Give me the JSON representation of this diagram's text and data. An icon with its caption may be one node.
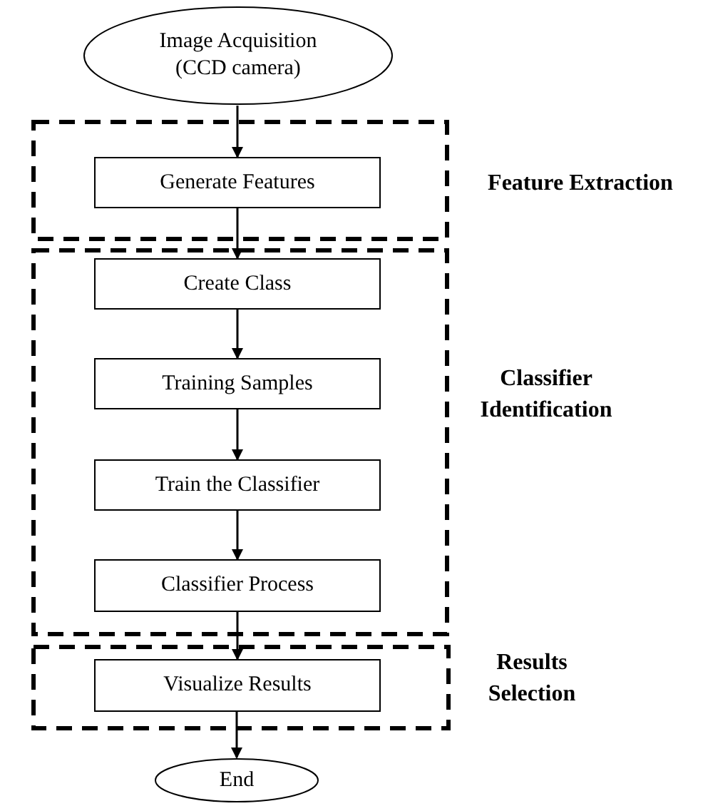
{
  "diagram": {
    "nodes": [
      {
        "text": [
          "Image Acquisition (CCD camera)"
        ]
      },
      {
        "text": [
          "Feature Extraction"
        ]
      },
      {
        "text": [
          "Generate Features"
        ],
        "in": 1
      },
      {
        "text": [
          "Classifier Identification"
        ]
      },
      {
        "text": [
          "Create Class"
        ],
        "in": 3
      },
      {
        "text": [
          "Training Samples"
        ],
        "in": 3
      },
      {
        "text": [
          "Train the Classifier"
        ],
        "in": 3
      },
      {
        "text": [
          "Classifier Process"
        ],
        "in": 3
      },
      {
        "text": [
          "Results Selection"
        ]
      },
      {
        "text": [
          "Visualize Results"
        ],
        "in": 8
      },
      {
        "text": [
          "End"
        ]
      }
    ],
    "edges": [
      {
        "from": 0,
        "to": 2,
        "arrow": "to"
      },
      {
        "from": 2,
        "to": 4,
        "arrow": "to"
      },
      {
        "from": 4,
        "to": 5,
        "arrow": "to"
      },
      {
        "from": 5,
        "to": 6,
        "arrow": "to"
      },
      {
        "from": 6,
        "to": 7,
        "arrow": "to"
      },
      {
        "from": 7,
        "to": 9,
        "arrow": "to"
      },
      {
        "from": 9,
        "to": 10,
        "arrow": "to"
      }
    ]
  }
}
